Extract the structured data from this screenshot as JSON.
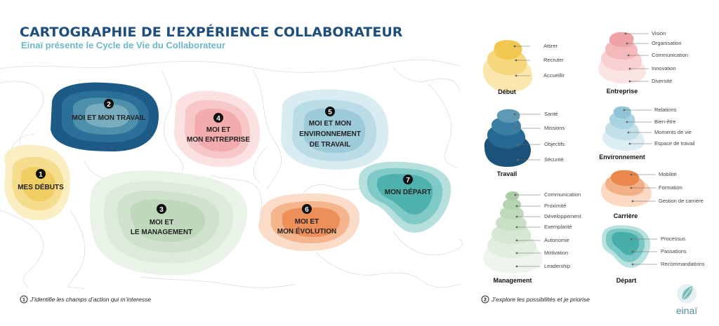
{
  "header": {
    "title": "CARTOGRAPHIE DE L’EXPÉRIENCE COLLABORATEUR",
    "subtitle": "Einaï présente le Cycle de Vie du Collaborateur"
  },
  "map": {
    "zones": [
      {
        "number": "1",
        "line1": "MES DÉBUTS",
        "line2": "",
        "line3": ""
      },
      {
        "number": "2",
        "line1": "MOI ET MON TRAVAIL",
        "line2": "",
        "line3": ""
      },
      {
        "number": "3",
        "line1": "MOI ET",
        "line2": "LE MANAGEMENT",
        "line3": ""
      },
      {
        "number": "4",
        "line1": "MOI ET",
        "line2": "MON ENTREPRISE",
        "line3": ""
      },
      {
        "number": "5",
        "line1": "MOI ET MON",
        "line2": "ENVIRONNEMENT",
        "line3": "DE TRAVAIL"
      },
      {
        "number": "6",
        "line1": "MOI ET",
        "line2": "MON ÉVOLUTION",
        "line3": ""
      },
      {
        "number": "7",
        "line1": "MON DÉPART",
        "line2": "",
        "line3": ""
      }
    ]
  },
  "legend": [
    {
      "title": "Début",
      "items": [
        "Attirer",
        "Recruter",
        "Accueillir"
      ]
    },
    {
      "title": "Entreprise",
      "items": [
        "Vision",
        "Organisation",
        "Communication",
        "Innovation",
        "Diversité"
      ]
    },
    {
      "title": "Travail",
      "items": [
        "Santé",
        "Missions",
        "Objectifs",
        "Sécurité"
      ]
    },
    {
      "title": "Environnement",
      "items": [
        "Relations",
        "Bien-être",
        "Moments de vie",
        "Espace de travail"
      ]
    },
    {
      "title": "Carrière",
      "items": [
        "Mobilité",
        "Formation",
        "Gestion de carrière"
      ]
    },
    {
      "title": "Management",
      "items": [
        "Communication",
        "Proximité",
        "Développement",
        "Exemplarité",
        "Autonomie",
        "Motivation",
        "Leadership"
      ]
    },
    {
      "title": "Départ",
      "items": [
        "Processus",
        "Passations",
        "Recommandations"
      ]
    }
  ],
  "footer": {
    "step1_number": "1",
    "step1_text": "J’identifie les champs d’action qui m’interesse",
    "step2_number": "2",
    "step2_text": "J’explore les possibilités et je priorise"
  },
  "brand": {
    "name": "einaï"
  },
  "colors": {
    "debut": "#f1d26a",
    "travail": "#1f5c86",
    "management": "#cfe3cc",
    "entreprise": "#f3b1b4",
    "environnement": "#a9d4e0",
    "carriere": "#eb8a52",
    "depart": "#64bcbc",
    "title": "#1d4e7e",
    "subtitle": "#6cb7c8"
  }
}
